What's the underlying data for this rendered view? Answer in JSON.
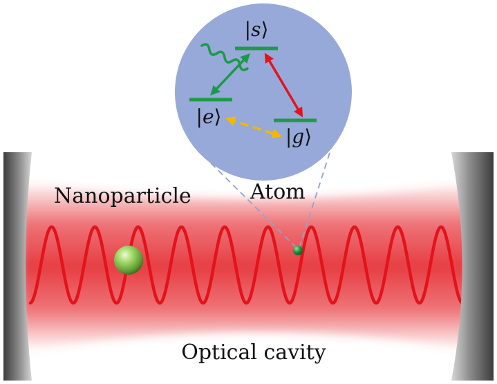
{
  "labels": {
    "nanoparticle": "Nanoparticle",
    "atom": "Atom",
    "optical_cavity": "Optical cavity"
  },
  "levels": {
    "s": "s",
    "e": "e",
    "g": "g"
  },
  "colors": {
    "beam": "#e8454a",
    "wave": "#e3131b",
    "bubble": "#97a9d9",
    "level_bar": "#1f9a47",
    "arrow_green": "#1a9a48",
    "arrow_red": "#e3131b",
    "arrow_yellow": "#f4b800",
    "mirror_dark": "#4a4a4a",
    "mirror_light": "#c9c9c9",
    "particle": "#8fd15a",
    "atom": "#1f8f3a"
  },
  "wave": {
    "cycles": 10
  }
}
